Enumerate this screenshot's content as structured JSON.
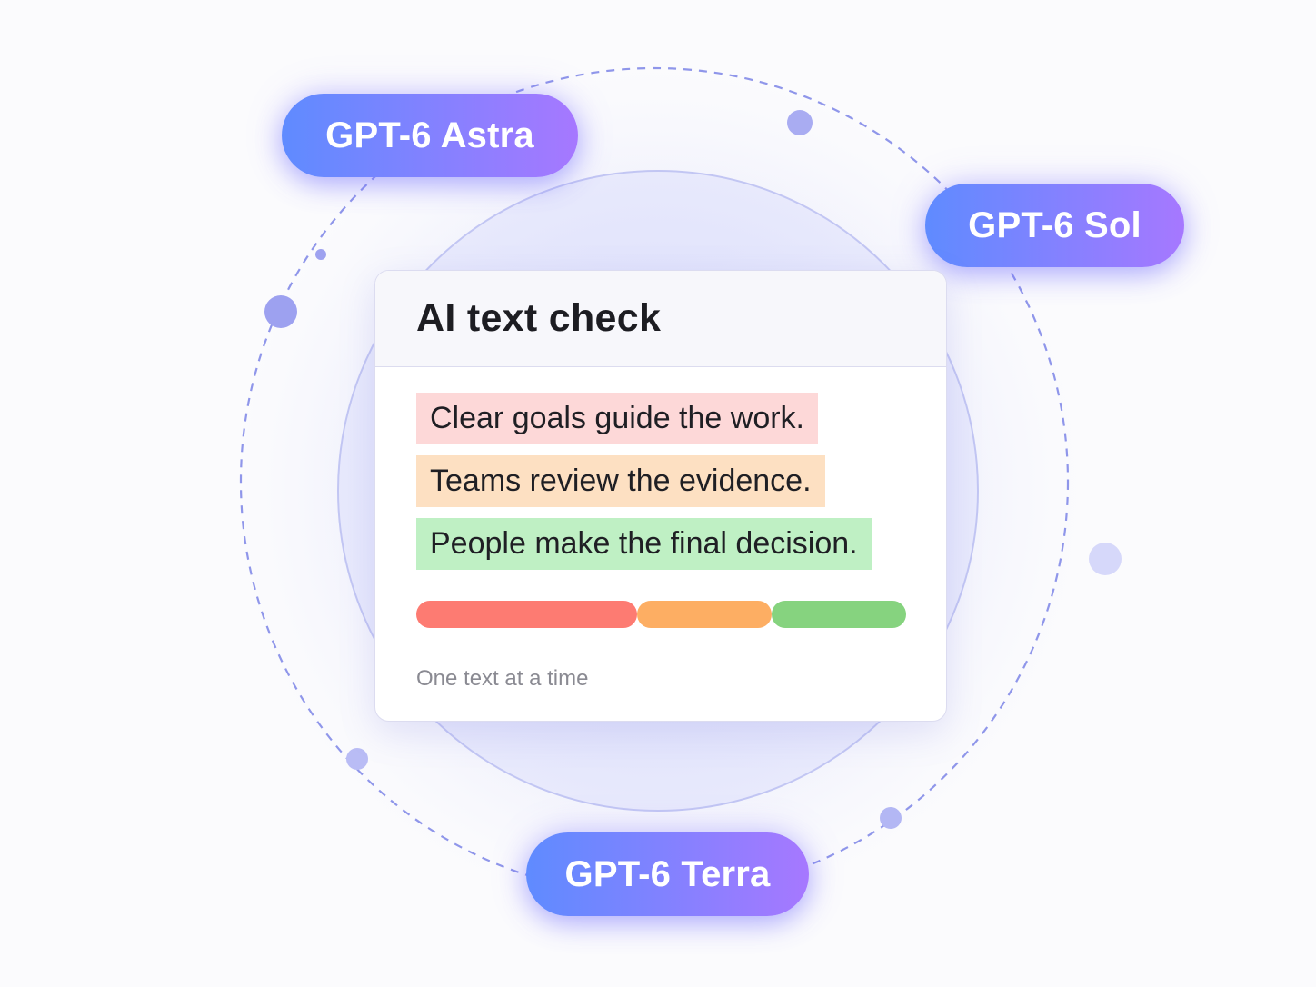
{
  "models": [
    {
      "label": "GPT-6 Astra"
    },
    {
      "label": "GPT-6 Sol"
    },
    {
      "label": "GPT-6 Terra"
    }
  ],
  "colors": {
    "pill_gradient_start": "#5f8bff",
    "pill_gradient_end": "#a678ff",
    "orbit_stroke": "#8f96ea",
    "dot_fill": "#a9acf2",
    "highlight_red": "#fdd8d8",
    "highlight_orange": "#fde0c2",
    "highlight_green": "#bff0c4",
    "bar_red": "#fd7b72",
    "bar_orange": "#fdae63",
    "bar_green": "#86d37f"
  },
  "card": {
    "title": "AI text check",
    "sentences": [
      {
        "text": "Clear goals guide the work.",
        "color": "#fdd8d8"
      },
      {
        "text": "Teams review the evidence.",
        "color": "#fde0c2"
      },
      {
        "text": "People make the final decision.",
        "color": "#bff0c4"
      }
    ],
    "bar_segments": [
      {
        "share": 0.45,
        "color": "#fd7b72"
      },
      {
        "share": 0.275,
        "color": "#fdae63"
      },
      {
        "share": 0.275,
        "color": "#86d37f"
      }
    ],
    "caption": "One text at a time"
  }
}
